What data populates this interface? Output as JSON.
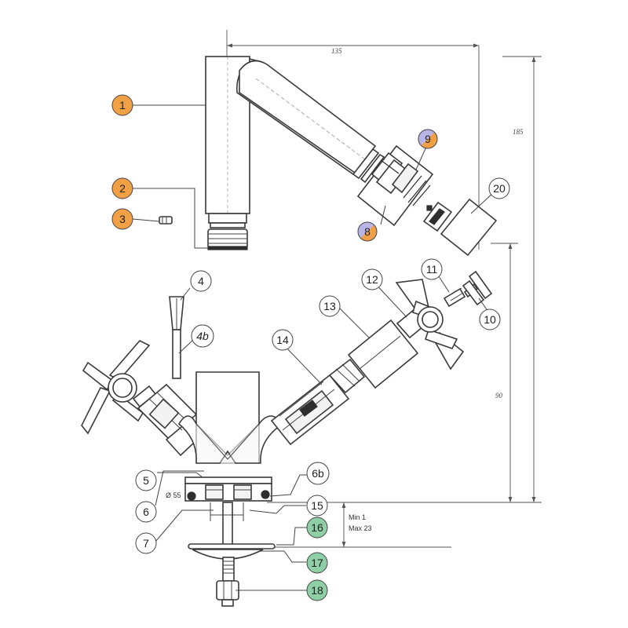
{
  "colors": {
    "orange": "#f2a045",
    "purple": "#b8b4e6",
    "green": "#8fcfa6",
    "white": "#ffffff",
    "line": "#3a3a3a"
  },
  "callouts": [
    {
      "id": "c1",
      "label": "1",
      "color": "orange"
    },
    {
      "id": "c2",
      "label": "2",
      "color": "orange"
    },
    {
      "id": "c3",
      "label": "3",
      "color": "orange"
    },
    {
      "id": "c4",
      "label": "4",
      "color": "white"
    },
    {
      "id": "c4b",
      "label": "4b",
      "color": "white"
    },
    {
      "id": "c5",
      "label": "5",
      "color": "white"
    },
    {
      "id": "c6",
      "label": "6",
      "color": "white"
    },
    {
      "id": "c6b",
      "label": "6b",
      "color": "white"
    },
    {
      "id": "c7",
      "label": "7",
      "color": "white"
    },
    {
      "id": "c8",
      "label": "8",
      "color": "purple-orange"
    },
    {
      "id": "c9",
      "label": "9",
      "color": "purple-orange"
    },
    {
      "id": "c10",
      "label": "10",
      "color": "white"
    },
    {
      "id": "c11",
      "label": "11",
      "color": "white"
    },
    {
      "id": "c12",
      "label": "12",
      "color": "white"
    },
    {
      "id": "c13",
      "label": "13",
      "color": "white"
    },
    {
      "id": "c14",
      "label": "14",
      "color": "white"
    },
    {
      "id": "c15",
      "label": "15",
      "color": "white"
    },
    {
      "id": "c16",
      "label": "16",
      "color": "green"
    },
    {
      "id": "c17",
      "label": "17",
      "color": "green"
    },
    {
      "id": "c18",
      "label": "18",
      "color": "green"
    },
    {
      "id": "c20",
      "label": "20",
      "color": "white"
    }
  ],
  "dimensions": {
    "width_top": "135",
    "height_total": "185",
    "height_body": "90",
    "diameter": "Ø 55",
    "thickness_min": "Min 1",
    "thickness_max": "Max 23"
  }
}
